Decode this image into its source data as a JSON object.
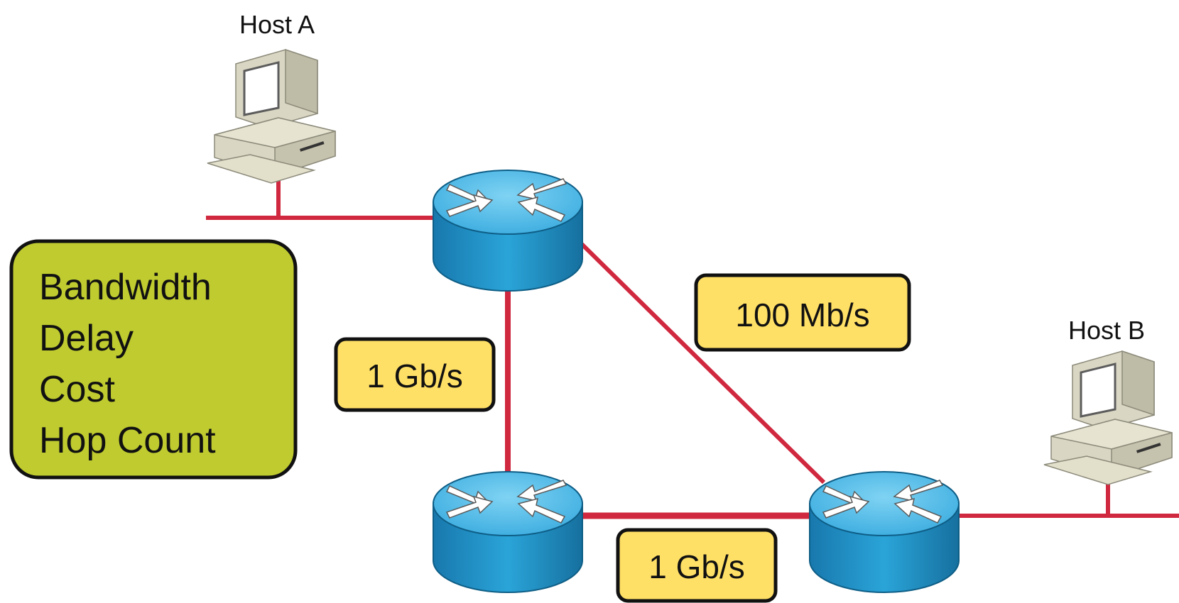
{
  "hosts": {
    "a": {
      "label": "Host A",
      "icon": "desktop-computer-icon"
    },
    "b": {
      "label": "Host B",
      "icon": "desktop-computer-icon"
    }
  },
  "metrics_box": {
    "items": [
      "Bandwidth",
      "Delay",
      "Cost",
      "Hop Count"
    ],
    "fill_color": "#BFCB2F"
  },
  "links": {
    "top_to_bottom_left": "1 Gb/s",
    "top_to_bottom_right": "100 Mb/s",
    "bottom_left_to_bottom_right": "1 Gb/s"
  },
  "routers": [
    {
      "id": "router-top",
      "icon": "router-icon"
    },
    {
      "id": "router-bottom-left",
      "icon": "router-icon"
    },
    {
      "id": "router-bottom-right",
      "icon": "router-icon"
    }
  ],
  "colors": {
    "link_line": "#D0283E",
    "label_fill": "#FFE066",
    "router_top": "#4DBDEB",
    "router_side": "#1C8FC4"
  }
}
